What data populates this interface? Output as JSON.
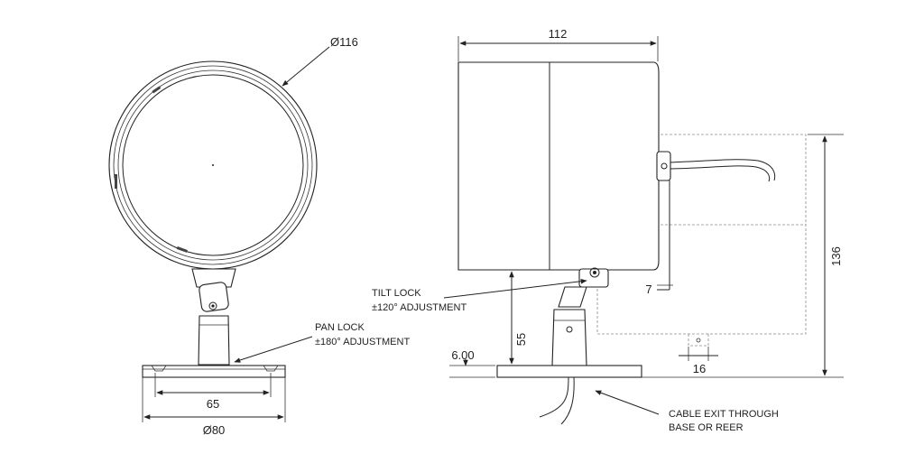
{
  "front_view": {
    "dia_head": "Ø116",
    "pan_lock": "PAN LOCK",
    "pan_adjust": "±180° ADJUSTMENT",
    "dim_65": "65",
    "dia_base": "Ø80"
  },
  "side_view": {
    "dim_112": "112",
    "dim_136": "136",
    "dim_55": "55",
    "dim_6": "6.00",
    "dim_7": "7",
    "dim_16": "16",
    "tilt_lock": "TILT LOCK",
    "tilt_adjust": "±120° ADJUSTMENT",
    "cable_line1": "CABLE EXIT THROUGH",
    "cable_line2": "BASE OR REER"
  }
}
